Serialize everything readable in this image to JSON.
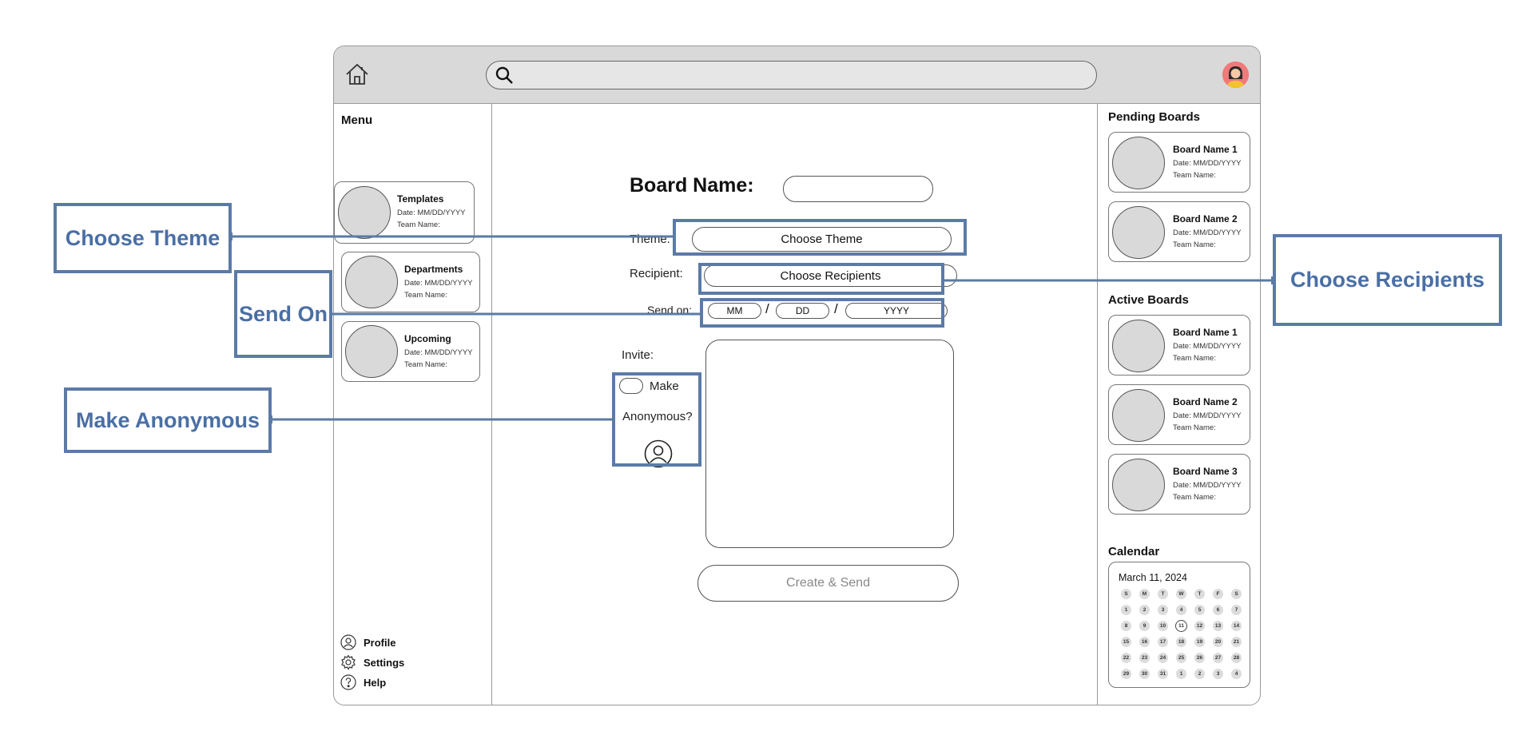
{
  "annotations": {
    "choose_theme": "Choose Theme",
    "send_on": "Send On",
    "make_anonymous": "Make Anonymous",
    "choose_recipients": "Choose Recipients",
    "color": "#5b7ba6"
  },
  "sidebar": {
    "menu_title": "Menu",
    "items": [
      {
        "title": "Templates",
        "date": "Date: MM/DD/YYYY",
        "team": "Team Name:"
      },
      {
        "title": "Departments",
        "date": "Date: MM/DD/YYYY",
        "team": "Team Name:"
      },
      {
        "title": "Upcoming",
        "date": "Date: MM/DD/YYYY",
        "team": "Team Name:"
      }
    ],
    "footer": {
      "profile": "Profile",
      "settings": "Settings",
      "help": "Help"
    }
  },
  "form": {
    "board_name_label": "Board Name:",
    "board_name_value": "",
    "theme_label": "Theme:",
    "theme_button": "Choose Theme",
    "recipient_label": "Recipient:",
    "recipient_button": "Choose Recipients",
    "send_on_label": "Send on:",
    "mm": "MM",
    "dd": "DD",
    "yyyy": "YYYY",
    "slash": "/",
    "invite_label": "Invite:",
    "make_label": "Make",
    "anonymous_label": "Anonymous?",
    "submit": "Create & Send"
  },
  "pending": {
    "title": "Pending Boards",
    "items": [
      {
        "title": "Board Name 1",
        "date": "Date: MM/DD/YYYY",
        "team": "Team Name:"
      },
      {
        "title": "Board Name 2",
        "date": "Date: MM/DD/YYYY",
        "team": "Team Name:"
      }
    ]
  },
  "active": {
    "title": "Active Boards",
    "items": [
      {
        "title": "Board Name 1",
        "date": "Date: MM/DD/YYYY",
        "team": "Team Name:"
      },
      {
        "title": "Board Name 2",
        "date": "Date: MM/DD/YYYY",
        "team": "Team Name:"
      },
      {
        "title": "Board Name 3",
        "date": "Date: MM/DD/YYYY",
        "team": "Team Name:"
      }
    ]
  },
  "calendar": {
    "title": "Calendar",
    "month_label": "March 11, 2024",
    "weekdays": [
      "S",
      "M",
      "T",
      "W",
      "T",
      "F",
      "S"
    ],
    "days": [
      "1",
      "2",
      "3",
      "4",
      "5",
      "6",
      "7",
      "8",
      "9",
      "10",
      "11",
      "12",
      "13",
      "14",
      "15",
      "16",
      "17",
      "18",
      "19",
      "20",
      "21",
      "22",
      "23",
      "24",
      "25",
      "26",
      "27",
      "28",
      "29",
      "30",
      "31",
      "1",
      "2",
      "3",
      "4"
    ],
    "today": "11"
  },
  "icons": {
    "home": "home-icon",
    "search": "search-icon",
    "avatar": "user-avatar",
    "profile": "profile-icon",
    "settings": "gear-icon",
    "help": "help-icon",
    "anonymous": "user-outline-icon"
  }
}
